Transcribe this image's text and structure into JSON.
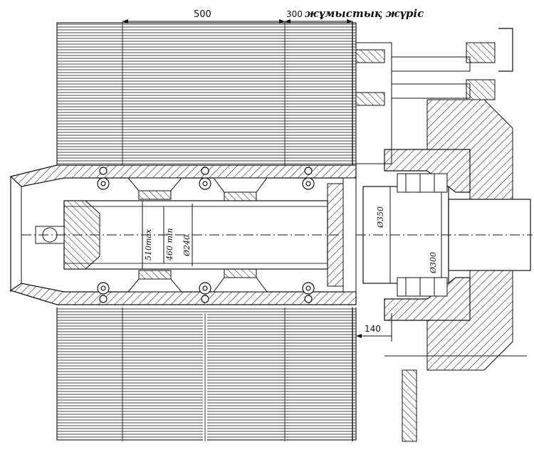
{
  "dimensions": {
    "top_width": "500",
    "top_stroke": "300",
    "stroke_label": "жұмыстық жүріс",
    "max_length": "510max",
    "min_length": "460 min",
    "bore_diameter": "Ø240",
    "shaft_diameter_large": "Ø350",
    "shaft_diameter_small": "Ø300",
    "offset": "140"
  }
}
